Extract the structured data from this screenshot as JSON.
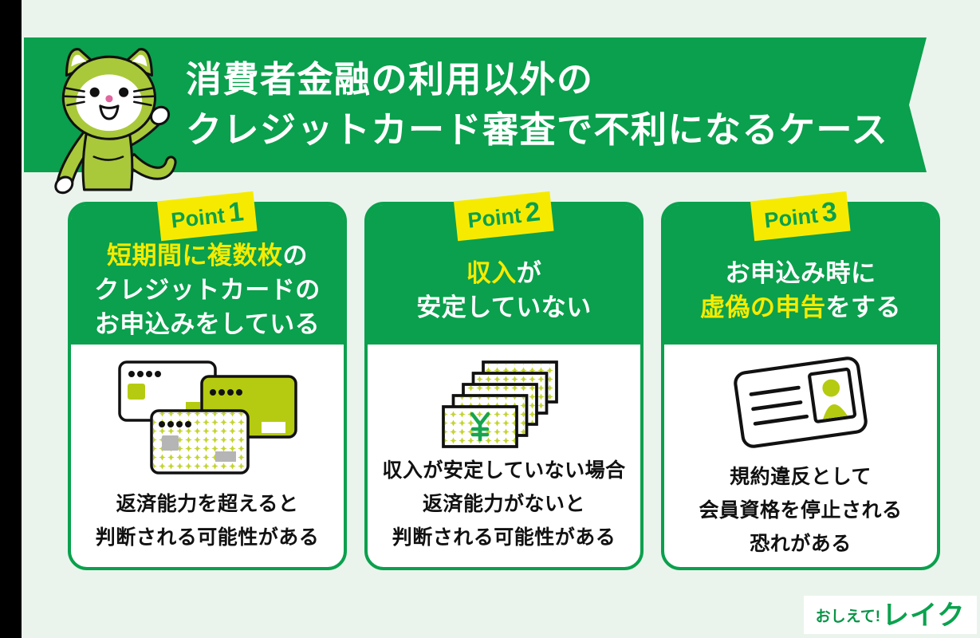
{
  "palette": {
    "band_green": "#0aa04d",
    "lime": "#a9c93a",
    "card_lime": "#b5cb11",
    "pattern_lime": "#c3d430",
    "highlight_yellow": "#f6eb00",
    "background": "#eaf4ec",
    "sidebar_black": "#000000",
    "yen_green": "#17a54f"
  },
  "header": {
    "title_line1": "消費者金融の利用以外の",
    "title_line2": "クレジットカード審査で不利になるケース",
    "mascot": "cat-mascot-icon"
  },
  "cards": [
    {
      "point_word": "Point",
      "point_number": "1",
      "title_lines": [
        [
          {
            "text": "短期間に複数枚",
            "highlight": true
          },
          {
            "text": "の",
            "highlight": false
          }
        ],
        [
          {
            "text": "クレジットカードの",
            "highlight": false
          }
        ],
        [
          {
            "text": "お申込みをしている",
            "highlight": false
          }
        ]
      ],
      "illustration": "credit-cards-icon",
      "body": [
        "返済能力を超えると",
        "判断される可能性がある"
      ]
    },
    {
      "point_word": "Point",
      "point_number": "2",
      "title_lines": [
        [
          {
            "text": "収入",
            "highlight": true
          },
          {
            "text": "が",
            "highlight": false
          }
        ],
        [
          {
            "text": "安定していない",
            "highlight": false
          }
        ]
      ],
      "illustration": "banknotes-icon",
      "body": [
        "収入が安定していない場合",
        "返済能力がないと",
        "判断される可能性がある"
      ]
    },
    {
      "point_word": "Point",
      "point_number": "3",
      "title_lines": [
        [
          {
            "text": "お申込み時に",
            "highlight": false
          }
        ],
        [
          {
            "text": "虚偽の申告",
            "highlight": true
          },
          {
            "text": "をする",
            "highlight": false
          }
        ]
      ],
      "illustration": "id-card-icon",
      "body": [
        "規約違反として",
        "会員資格を停止される",
        "恐れがある"
      ]
    }
  ],
  "footer": {
    "prefix": "おしえて!",
    "brand": "レイク"
  }
}
